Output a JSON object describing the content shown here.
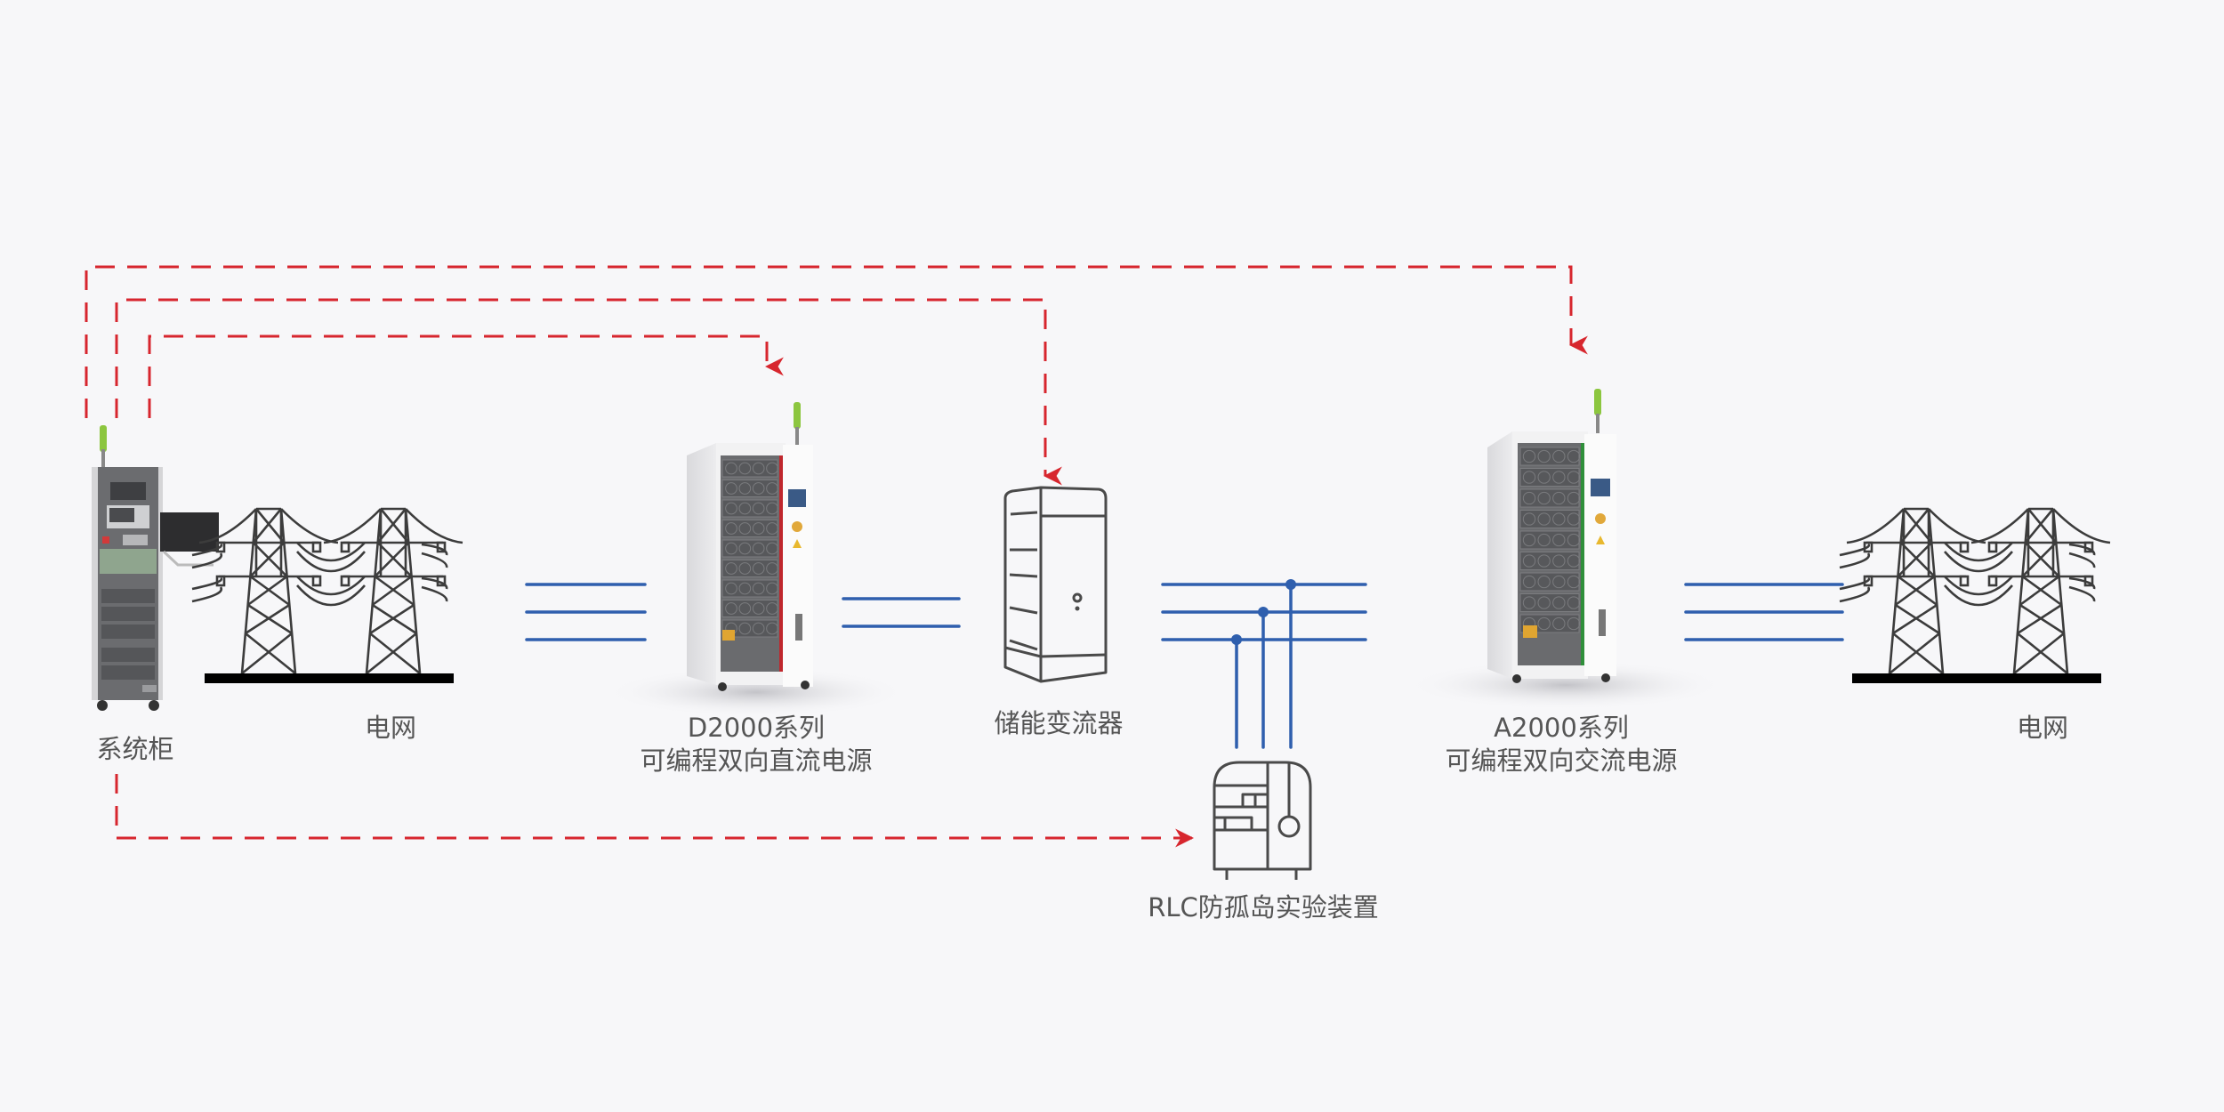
{
  "diagram": {
    "colors": {
      "background": "#f7f7f9",
      "control_link": "#d7262e",
      "power_line": "#2f5fae",
      "outline": "#4a4a4a",
      "label_text": "#555555",
      "d2000_accent": "#c0272d",
      "a2000_accent": "#2f8f3a",
      "beacon": "#8cc63f"
    },
    "nodes": {
      "system_cabinet": {
        "label": "系统柜",
        "icon": "system-cabinet-rack"
      },
      "grid_left": {
        "label": "电网",
        "icon": "transmission-tower"
      },
      "d2000": {
        "line1": "D2000系列",
        "line2": "可编程双向直流电源",
        "icon": "dc-power-cabinet"
      },
      "pcs": {
        "label": "储能变流器",
        "icon": "energy-storage-converter"
      },
      "a2000": {
        "line1": "A2000系列",
        "line2": "可编程双向交流电源",
        "icon": "ac-power-cabinet"
      },
      "grid_right": {
        "label": "电网",
        "icon": "transmission-tower"
      },
      "rlc": {
        "label": "RLC防孤岛实验装置",
        "icon": "rlc-load-cabinet"
      }
    },
    "connections": {
      "control_links": [
        {
          "from": "system_cabinet",
          "to": "a2000",
          "style": "dashed-arrow"
        },
        {
          "from": "system_cabinet",
          "to": "pcs",
          "style": "dashed-arrow"
        },
        {
          "from": "system_cabinet",
          "to": "d2000",
          "style": "dashed-arrow"
        },
        {
          "from": "system_cabinet",
          "to": "rlc",
          "style": "dashed-arrow"
        }
      ],
      "power_links": [
        {
          "from": "grid_left",
          "to": "d2000",
          "conductors": 3
        },
        {
          "from": "d2000",
          "to": "pcs",
          "conductors": 2
        },
        {
          "from": "pcs",
          "to": "a2000",
          "conductors": 3,
          "tap": "rlc"
        },
        {
          "from": "a2000",
          "to": "grid_right",
          "conductors": 3
        }
      ]
    }
  }
}
